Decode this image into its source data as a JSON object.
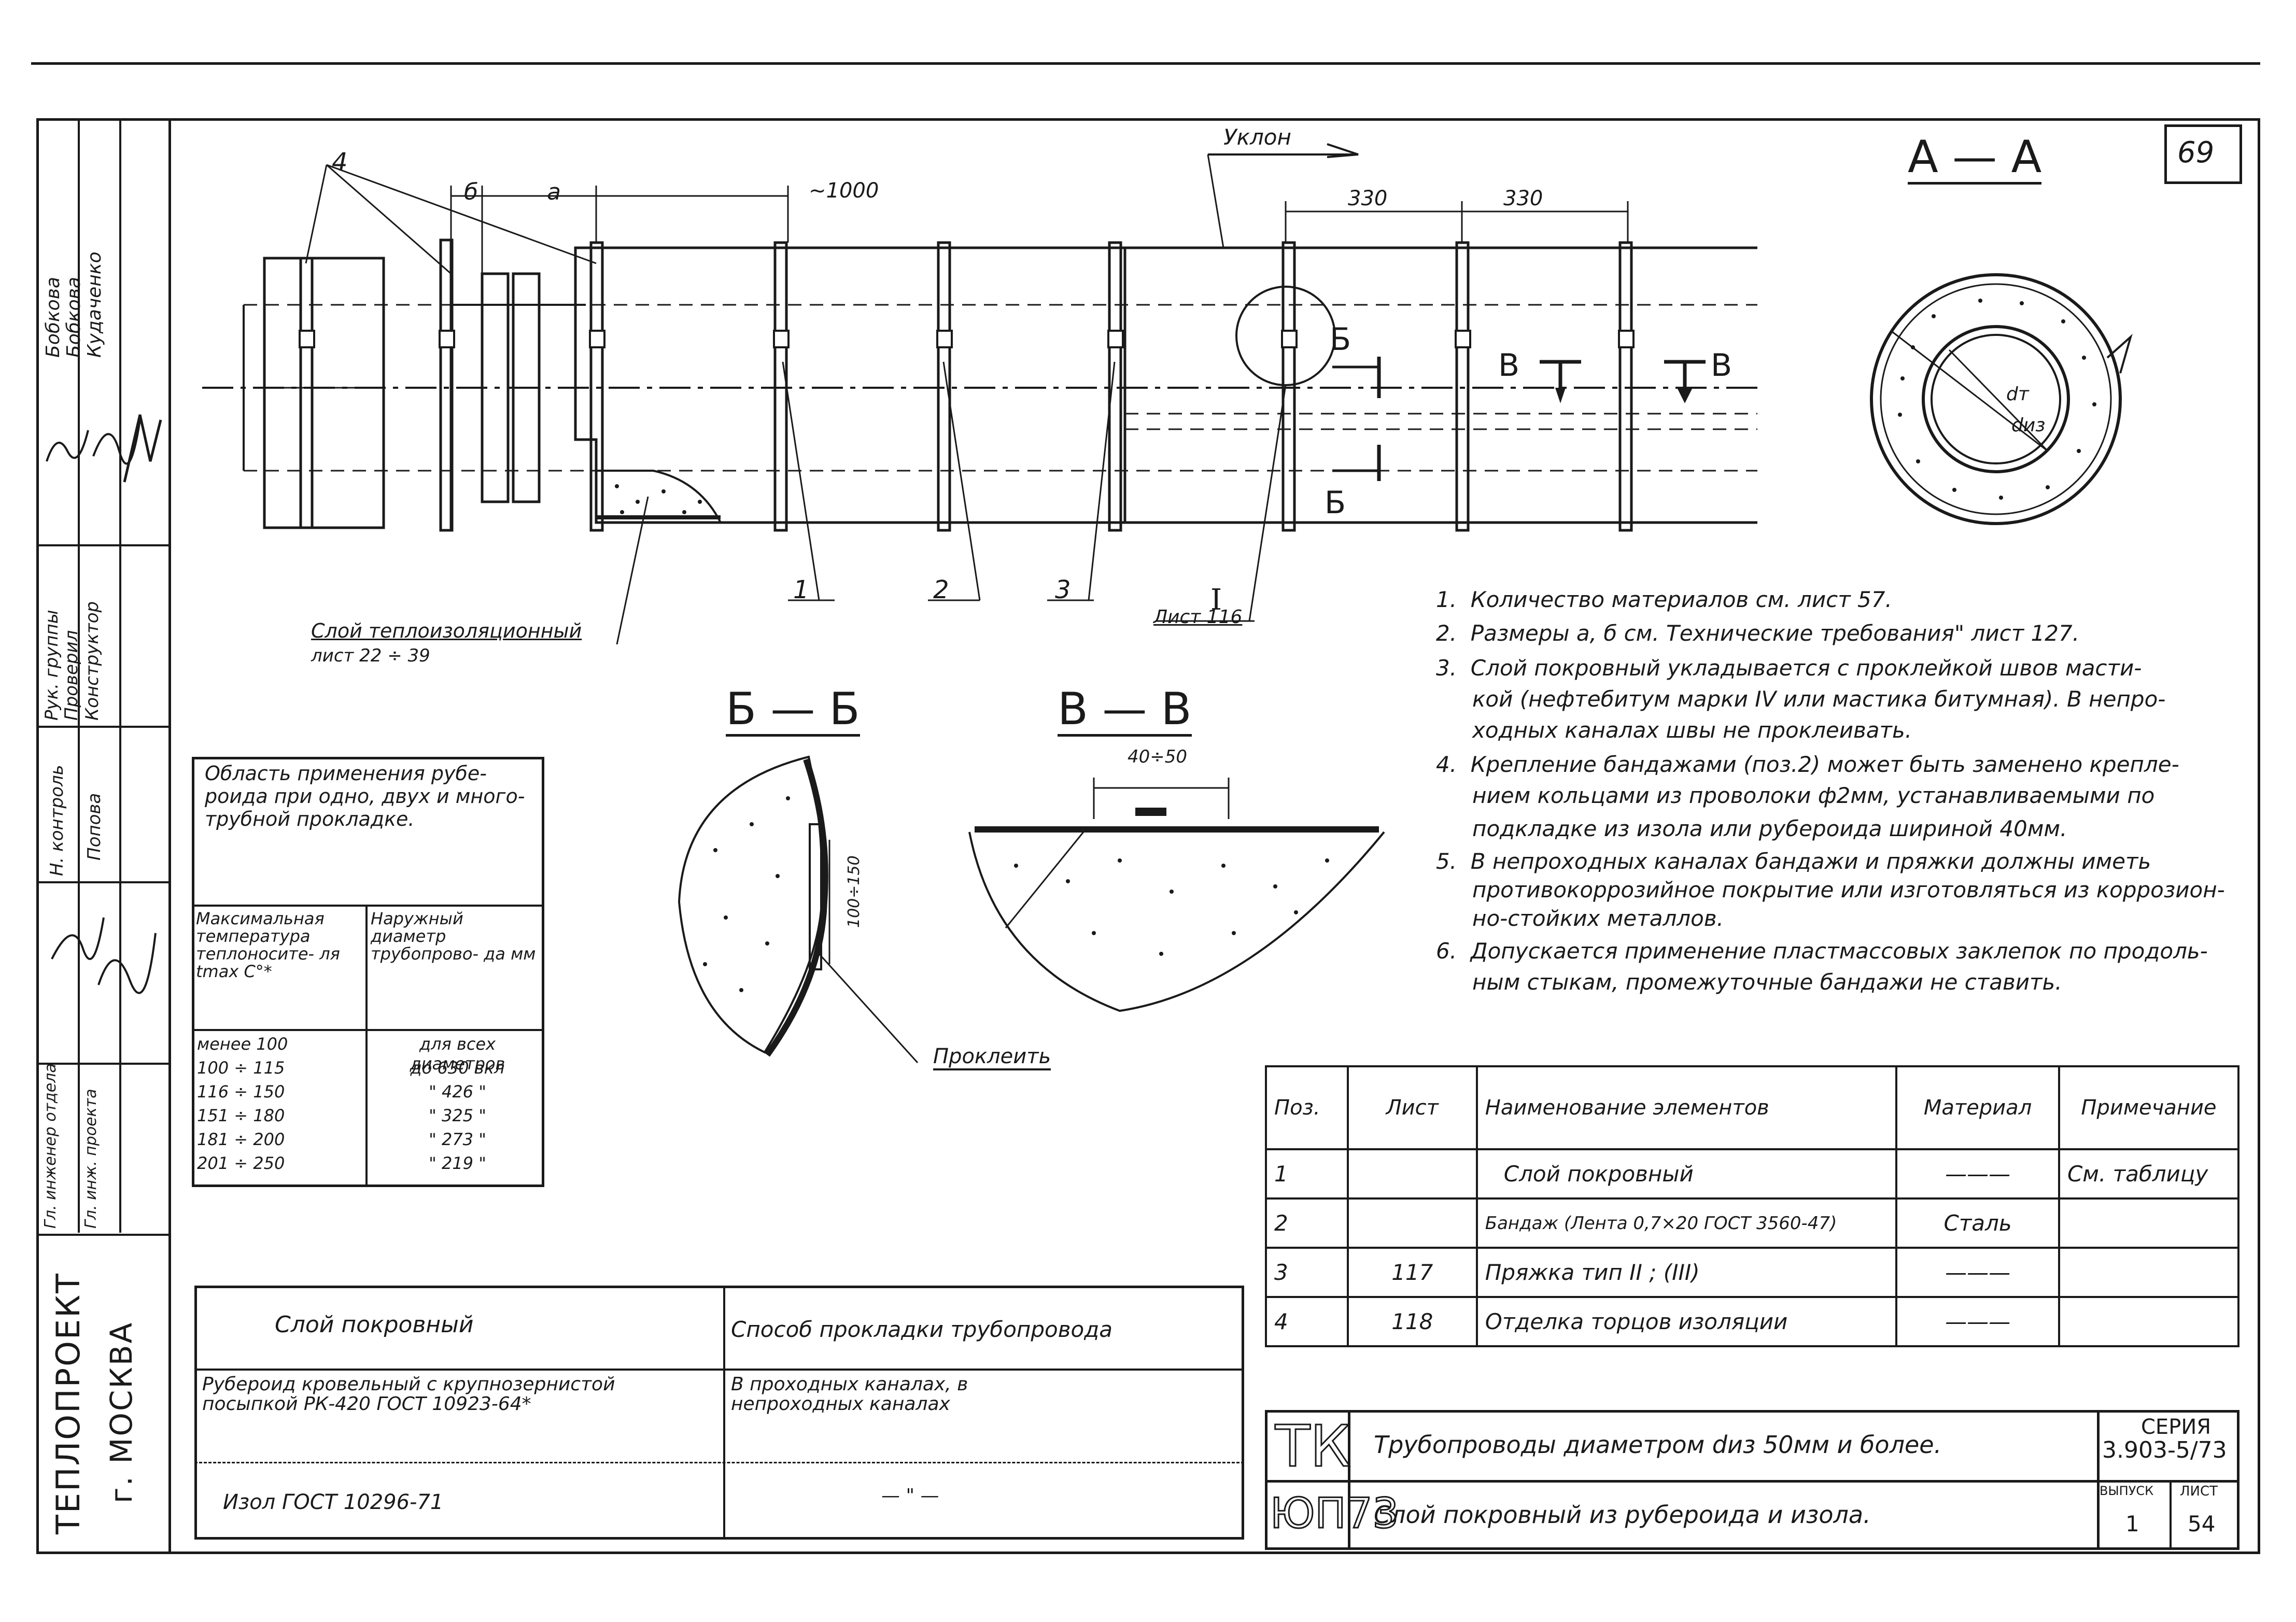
{
  "sheet_number": "69",
  "drawing": {
    "slope_label": "Уклон",
    "dim_labels": {
      "b": "б",
      "a": "а",
      "length": "~1000",
      "spacing1": "330",
      "spacing2": "330"
    },
    "callouts": {
      "pos4": "4",
      "pos1": "1",
      "pos2": "2",
      "pos3": "3",
      "detail": "I",
      "detail_ref": "Лист 116"
    },
    "section_marks": {
      "b_top": "Б",
      "b_bottom": "Б",
      "v_left": "В",
      "v_right": "В"
    },
    "insulation_label": "Слой теплоизоляционный",
    "insulation_ref": "лист 22 ÷ 39",
    "section_aa": "А — А",
    "d_inner": "dт",
    "d_outer": "dиз",
    "section_bb": "Б — Б",
    "section_vv": "В — В",
    "bb_dim": "100÷150",
    "vv_dim": "40÷50",
    "glue_label": "Проклеить"
  },
  "notes": [
    {
      "n": "1.",
      "text": "Количество материалов см. лист 57."
    },
    {
      "n": "2.",
      "text": "Размеры а, б см. Технические требования\" лист 127."
    },
    {
      "n": "3.",
      "text": "Слой покровный укладывается с проклейкой швов масти-"
    },
    {
      "n": "",
      "text": "кой (нефтебитум марки IV или мастика битумная). В непро-"
    },
    {
      "n": "",
      "text": "ходных каналах швы не проклеивать."
    },
    {
      "n": "4.",
      "text": "Крепление бандажами (поз.2) может быть заменено крепле-"
    },
    {
      "n": "",
      "text": "нием кольцами из проволоки ф2мм, устанавливаемыми по"
    },
    {
      "n": "",
      "text": "подкладке из изола или рубероида шириной 40мм."
    },
    {
      "n": "5.",
      "text": "В непроходных каналах бандажи и пряжки должны иметь"
    },
    {
      "n": "",
      "text": "противокоррозийное покрытие или изготовляться из коррозион-"
    },
    {
      "n": "",
      "text": "но-стойких металлов."
    },
    {
      "n": "6.",
      "text": "Допускается применение пластмассовых заклепок по продоль-"
    },
    {
      "n": "",
      "text": "ным стыкам, промежуточные бандажи не ставить."
    }
  ],
  "scope_table": {
    "title": "Область применения рубе- роида при одно, двух и много- трубной прокладке.",
    "col1": "Максимальная температура теплоносите- ля tmax C°*",
    "col2": "Наружный диаметр трубопрово- да мм",
    "rows": [
      [
        "менее 100",
        "для всех диаметров"
      ],
      [
        "100 ÷ 115",
        "до 630 вкл"
      ],
      [
        "116 ÷ 150",
        "\" 426 \""
      ],
      [
        "151 ÷ 180",
        "\" 325 \""
      ],
      [
        "181 ÷ 200",
        "\" 273 \""
      ],
      [
        "201 ÷ 250",
        "\" 219 \""
      ]
    ]
  },
  "cover_table": {
    "h1": "Слой покровный",
    "h2": "Способ прокладки трубопровода",
    "rows": [
      [
        "Рубероид кровельный с крупнозернистой посыпкой РК-420 ГОСТ 10923-64*",
        "В проходных каналах, в непроходных каналах"
      ],
      [
        "Изол ГОСТ 10296-71",
        "— \" —"
      ]
    ]
  },
  "spec_table": {
    "headers": [
      "Поз.",
      "Лист",
      "Наименование элементов",
      "Материал",
      "Примечание"
    ],
    "rows": [
      [
        "1",
        "",
        "Слой покровный",
        "———",
        "См. таблицу"
      ],
      [
        "2",
        "",
        "Бандаж (Лента 0,7×20 ГОСТ 3560-47)",
        "Сталь",
        ""
      ],
      [
        "3",
        "117",
        "Пряжка тип II ; (III)",
        "———",
        ""
      ],
      [
        "4",
        "118",
        "Отделка торцов изоляции",
        "———",
        ""
      ]
    ]
  },
  "title_block": {
    "logo_top": "ТК",
    "logo_bottom": "ЮП73",
    "title1": "Трубопроводы диаметром dиз 50мм и более.",
    "title2": "Слой покровный из рубероида и изола.",
    "series_label": "СЕРИЯ",
    "series_value": "3.903-5/73",
    "issue_label": "ВЫПУСК",
    "issue_value": "1",
    "sheet_label": "ЛИСТ",
    "sheet_value": "54"
  },
  "side_stamp": {
    "org": "ТЕПЛОПРОЕКТ",
    "city": "г. МОСКВА",
    "roles": [
      "Рук. группы",
      "Проверил",
      "Конструктор",
      "Н. контроль",
      "Гл. инженер отдела",
      "Гл. инж. проекта"
    ],
    "names": [
      "Бобкова",
      "Бобкова",
      "Кудаченко",
      "Попова"
    ]
  }
}
